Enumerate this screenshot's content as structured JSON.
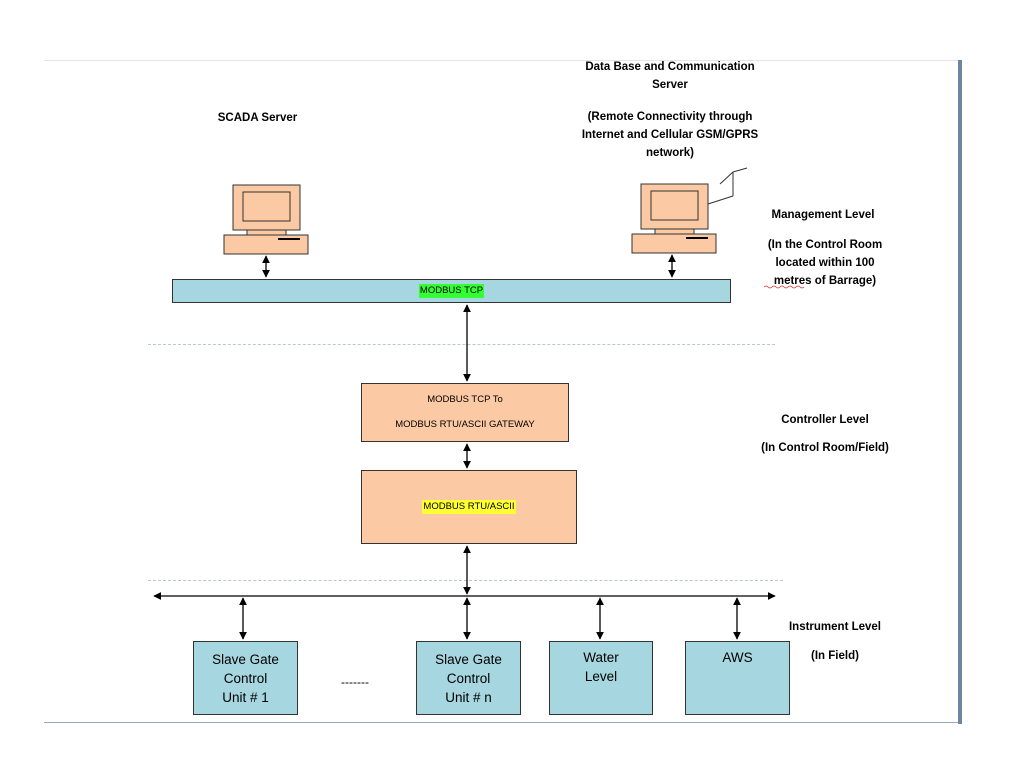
{
  "labels": {
    "db_server_line1": "Data Base and Communication",
    "db_server_line2": "Server",
    "remote_line1": "(Remote Connectivity through",
    "remote_line2": "Internet and Cellular GSM/GPRS",
    "remote_line3": "network)",
    "scada_server": "SCADA Server",
    "management_level": "Management Level",
    "mgmt_note_line1": "(In the Control Room",
    "mgmt_note_line2": "located within 100",
    "mgmt_note_line3": "metres of Barrage)",
    "controller_level": "Controller Level",
    "controller_note": "(In Control Room/Field)",
    "instrument_level": "Instrument Level",
    "instrument_note": "(In Field)",
    "ellipsis": "-------"
  },
  "boxes": {
    "modbus_tcp": "MODBUS TCP",
    "gateway_line1": "MODBUS TCP  To",
    "gateway_line2": "MODBUS RTU/ASCII GATEWAY",
    "rtu_ascii": "MODBUS RTU/ASCII",
    "unit1": "Slave Gate\nControl\nUnit # 1",
    "unitn": "Slave Gate\nControl\nUnit # n",
    "water_level": "Water\nLevel",
    "aws": "AWS"
  },
  "colors": {
    "bus_fill": "#a6d6df",
    "device_fill": "#fbc9a3",
    "highlight_green": "#33ff33",
    "highlight_yellow": "#ffff33"
  }
}
